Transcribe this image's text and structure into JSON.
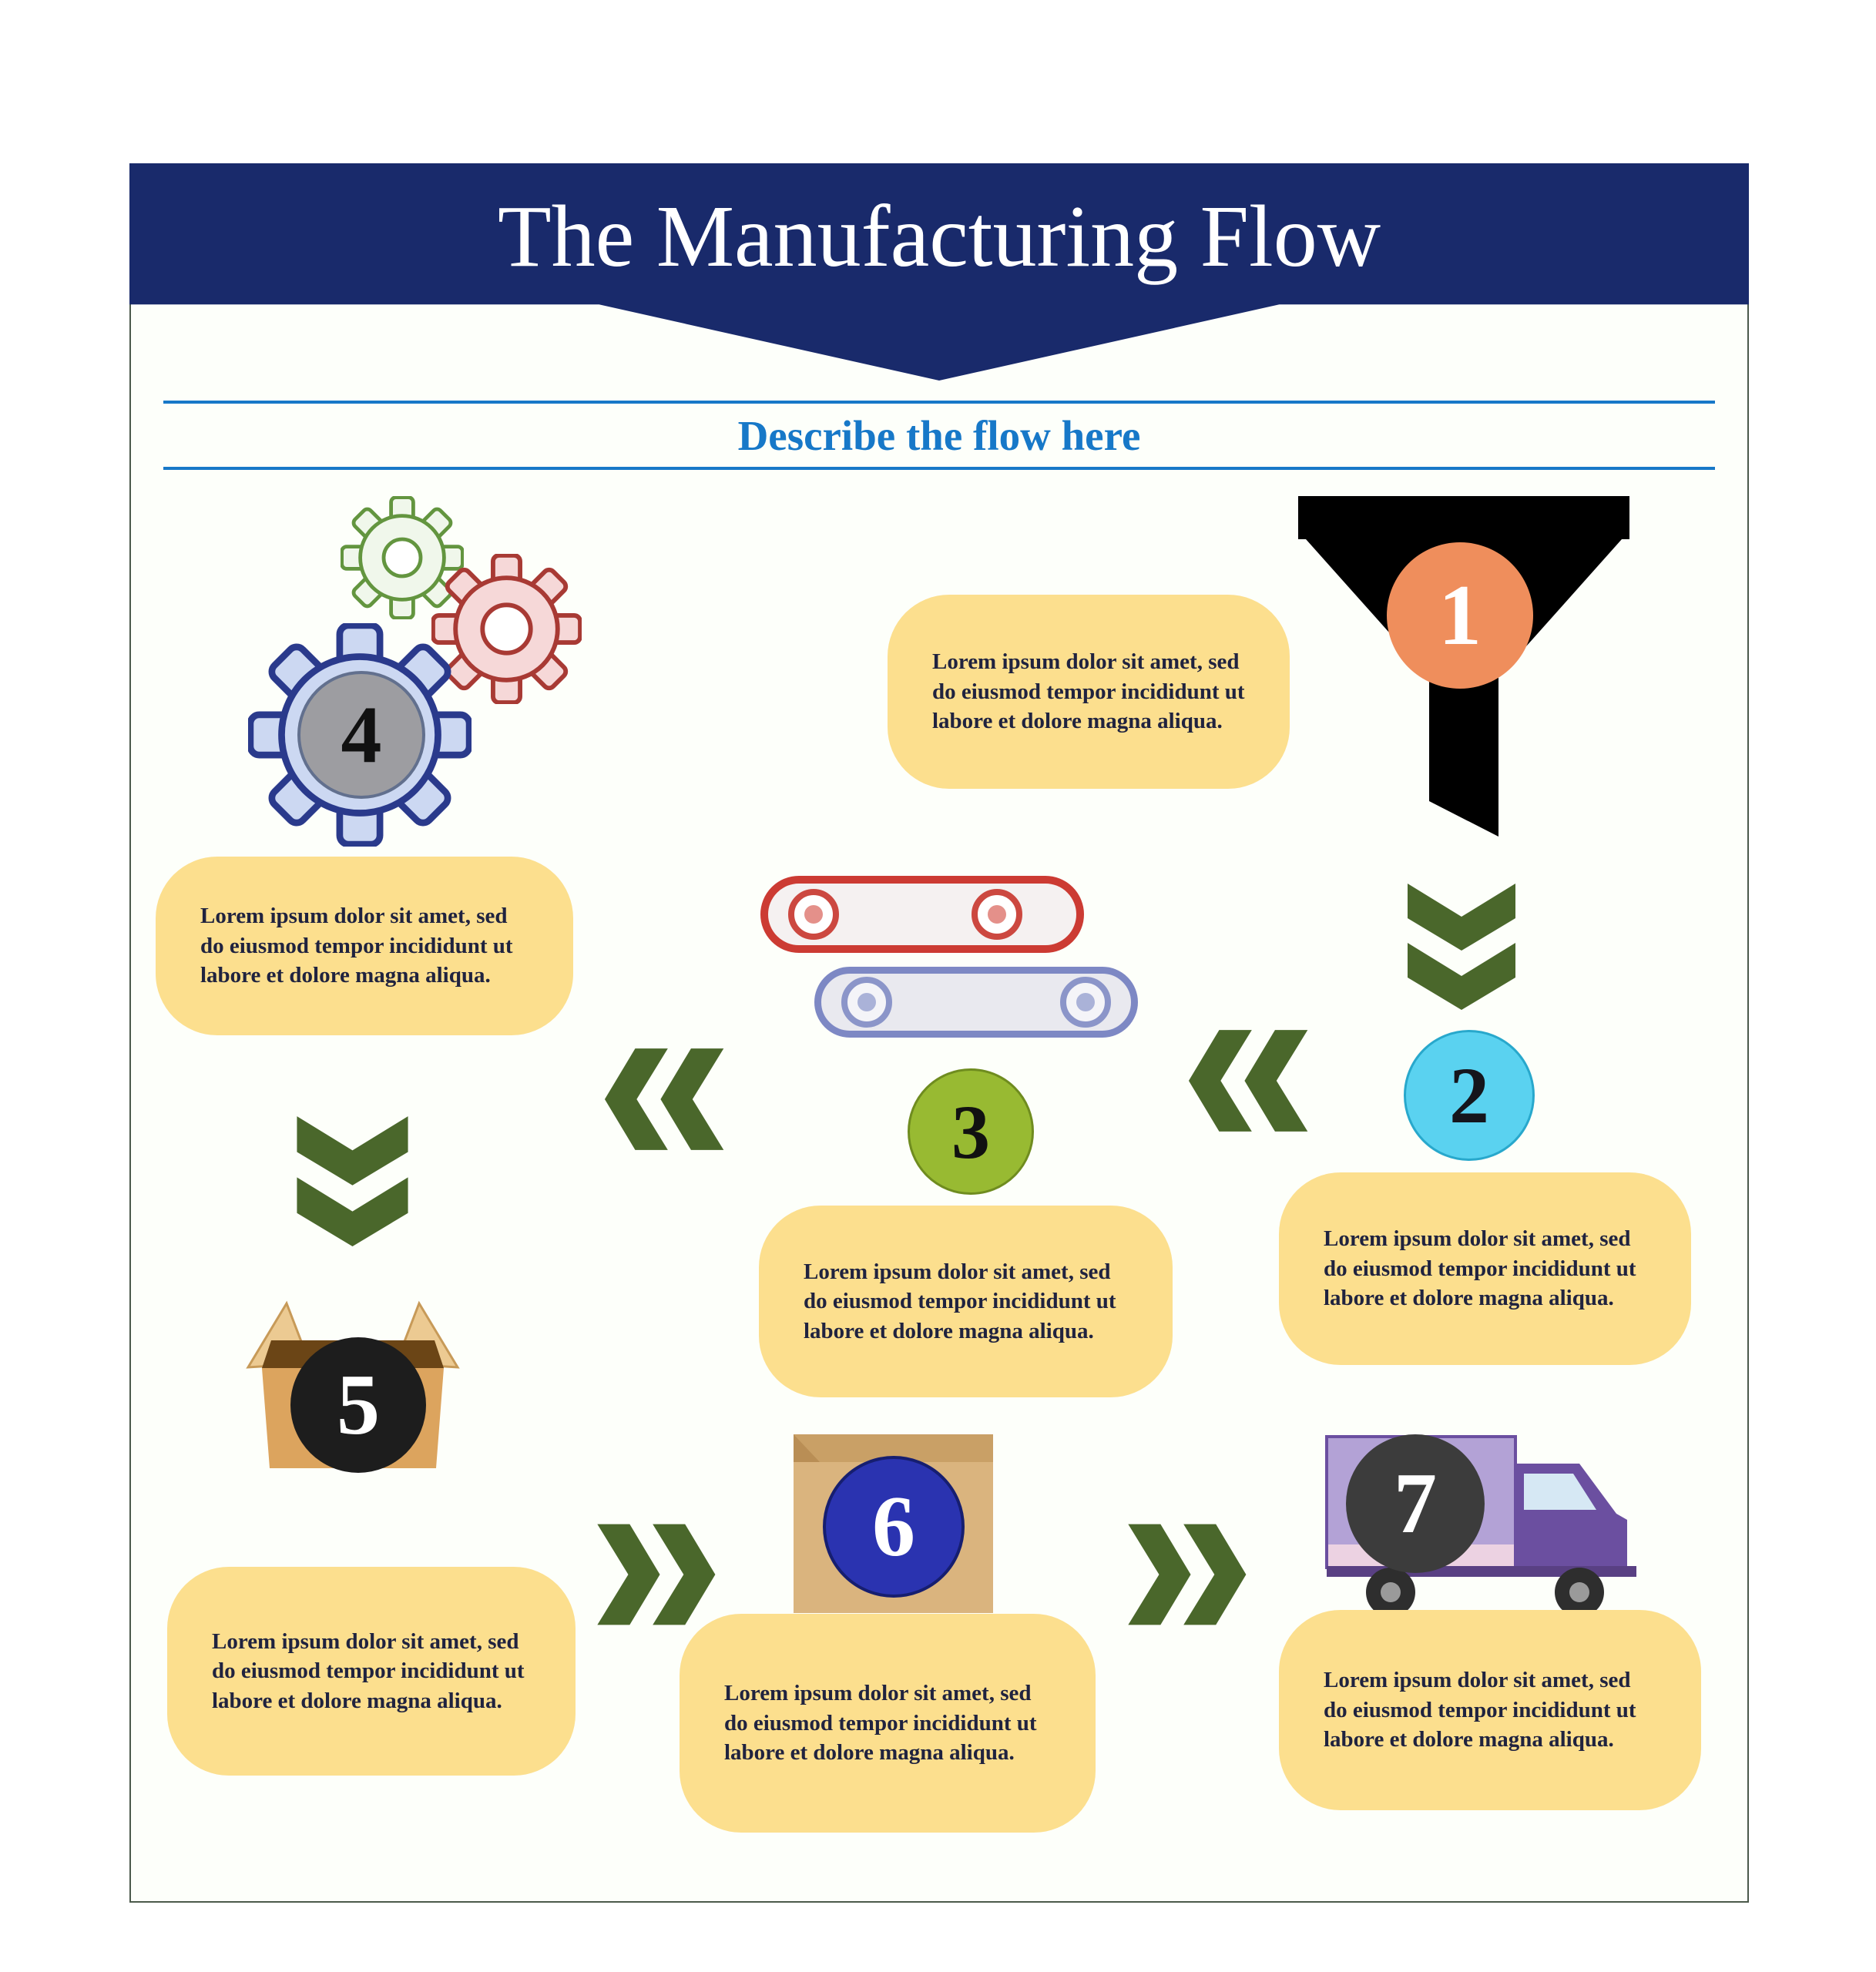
{
  "header": {
    "title": "The Manufacturing Flow",
    "subtitle": "Describe the flow here"
  },
  "steps": [
    {
      "number": "1",
      "icon": "funnel-icon",
      "text": "Lorem ipsum dolor sit amet, sed do eiusmod tempor incididunt ut labore et dolore magna aliqua."
    },
    {
      "number": "2",
      "icon": "stage-circle",
      "text": "Lorem ipsum dolor sit amet, sed do eiusmod tempor incididunt ut labore et dolore magna aliqua."
    },
    {
      "number": "3",
      "icon": "conveyor-belt-icon",
      "text": "Lorem ipsum dolor sit amet, sed do eiusmod tempor incididunt ut labore et dolore magna aliqua."
    },
    {
      "number": "4",
      "icon": "gears-icon",
      "text": "Lorem ipsum dolor sit amet, sed do eiusmod tempor incididunt ut labore et dolore magna aliqua."
    },
    {
      "number": "5",
      "icon": "open-box-icon",
      "text": "Lorem ipsum dolor sit amet, sed do eiusmod tempor incididunt ut labore et dolore magna aliqua."
    },
    {
      "number": "6",
      "icon": "packed-box-icon",
      "text": "Lorem ipsum dolor sit amet, sed do eiusmod tempor incididunt ut labore et dolore magna aliqua."
    },
    {
      "number": "7",
      "icon": "delivery-truck-icon",
      "text": "Lorem ipsum dolor sit amet, sed do eiusmod tempor incididunt ut labore et dolore magna aliqua."
    }
  ],
  "colors": {
    "banner_navy": "#192a6b",
    "subtitle_blue": "#1778c8",
    "bubble_yellow": "#fcdf8e",
    "chevron_green": "#4a672b",
    "step1_orange": "#ef8e5c",
    "step2_cyan": "#5ad2f0",
    "step3_green": "#98ba32",
    "step4_gray": "#9d9da1",
    "step5_black": "#1d1d1d",
    "step6_blue": "#2a33b0",
    "step7_dark": "#3c3c3c"
  }
}
